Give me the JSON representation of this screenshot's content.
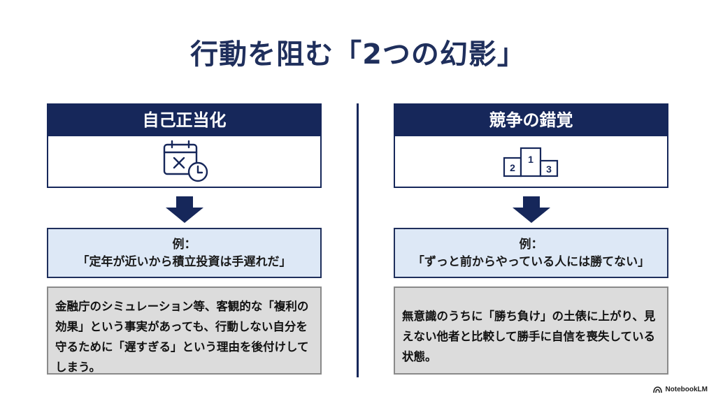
{
  "title": "行動を阻む「2つの幻影」",
  "colors": {
    "navy": "#16275a",
    "title": "#1f2f5c",
    "example_bg": "#dde8f6",
    "desc_bg": "#dcdcdc"
  },
  "cards": [
    {
      "header": "自己正当化",
      "icon": "calendar-clock-icon",
      "example_label": "例：",
      "example_quote": "「定年が近いから積立投資は手遅れだ」",
      "description": "金融庁のシミュレーション等、客観的な「複利の効果」という事実があっても、行動しない自分を守るために「遅すぎる」という理由を後付けしてしまう。"
    },
    {
      "header": "競争の錯覚",
      "icon": "podium-icon",
      "podium_labels": [
        "2",
        "1",
        "3"
      ],
      "example_label": "例：",
      "example_quote": "「ずっと前からやっている人には勝てない」",
      "description": "無意識のうちに「勝ち負け」の土俵に上がり、見えない他者と比較して勝手に自信を喪失している状態。"
    }
  ],
  "logo": {
    "text": "NotebookLM",
    "icon": "notebooklm-logo-icon"
  }
}
